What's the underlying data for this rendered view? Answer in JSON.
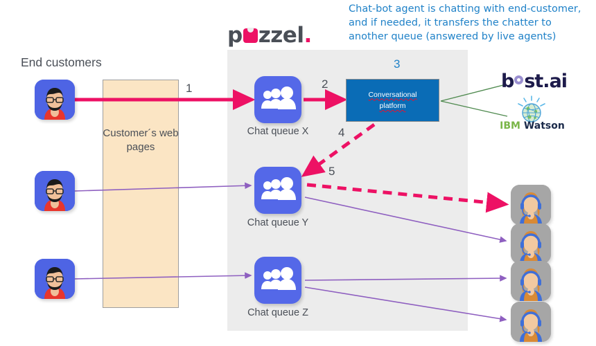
{
  "brand": {
    "logo_p": "p",
    "logo_u": "u",
    "logo_zzel": "zzel",
    "logo_dot": "."
  },
  "annotation": {
    "text": "Chat-bot agent is chatting with end-customer, and if needed, it transfers the chatter to another queue (answered by live agents)",
    "color": "#2082c8"
  },
  "labels": {
    "end_customers": "End customers",
    "web_pages": "Customer´s web pages"
  },
  "queues": [
    {
      "name": "Chat queue X",
      "icon": "group-users-icon"
    },
    {
      "name": "Chat queue Y",
      "icon": "group-users-icon"
    },
    {
      "name": "Chat queue Z",
      "icon": "group-users-icon"
    }
  ],
  "platform": {
    "line1": "Conversational",
    "line2": "platform",
    "color": "#0a6cb6"
  },
  "steps": [
    {
      "id": "1",
      "label": "1"
    },
    {
      "id": "2",
      "label": "2"
    },
    {
      "id": "3",
      "label": "3"
    },
    {
      "id": "4",
      "label": "4"
    },
    {
      "id": "5",
      "label": "5"
    }
  ],
  "vendors": {
    "boost": {
      "part1": "b",
      "part2": "st.ai",
      "o_glyph": "ring-o"
    },
    "watson": {
      "ibm": "IBM",
      "watson": " Watson",
      "icon": "globe-icon"
    }
  },
  "customers": [
    {
      "name": "end-customer-1"
    },
    {
      "name": "end-customer-2"
    },
    {
      "name": "end-customer-3"
    }
  ],
  "agents": [
    {
      "name": "live-agent-1"
    },
    {
      "name": "live-agent-2"
    },
    {
      "name": "live-agent-3"
    },
    {
      "name": "live-agent-4"
    }
  ],
  "colors": {
    "pink": "#ed1164",
    "purple_line": "#8e5fc0",
    "green_line": "#4f8a4f",
    "queue_blue": "#5468e8",
    "panel_gray": "#ececec",
    "webpage_peach": "#fbe5c4"
  }
}
